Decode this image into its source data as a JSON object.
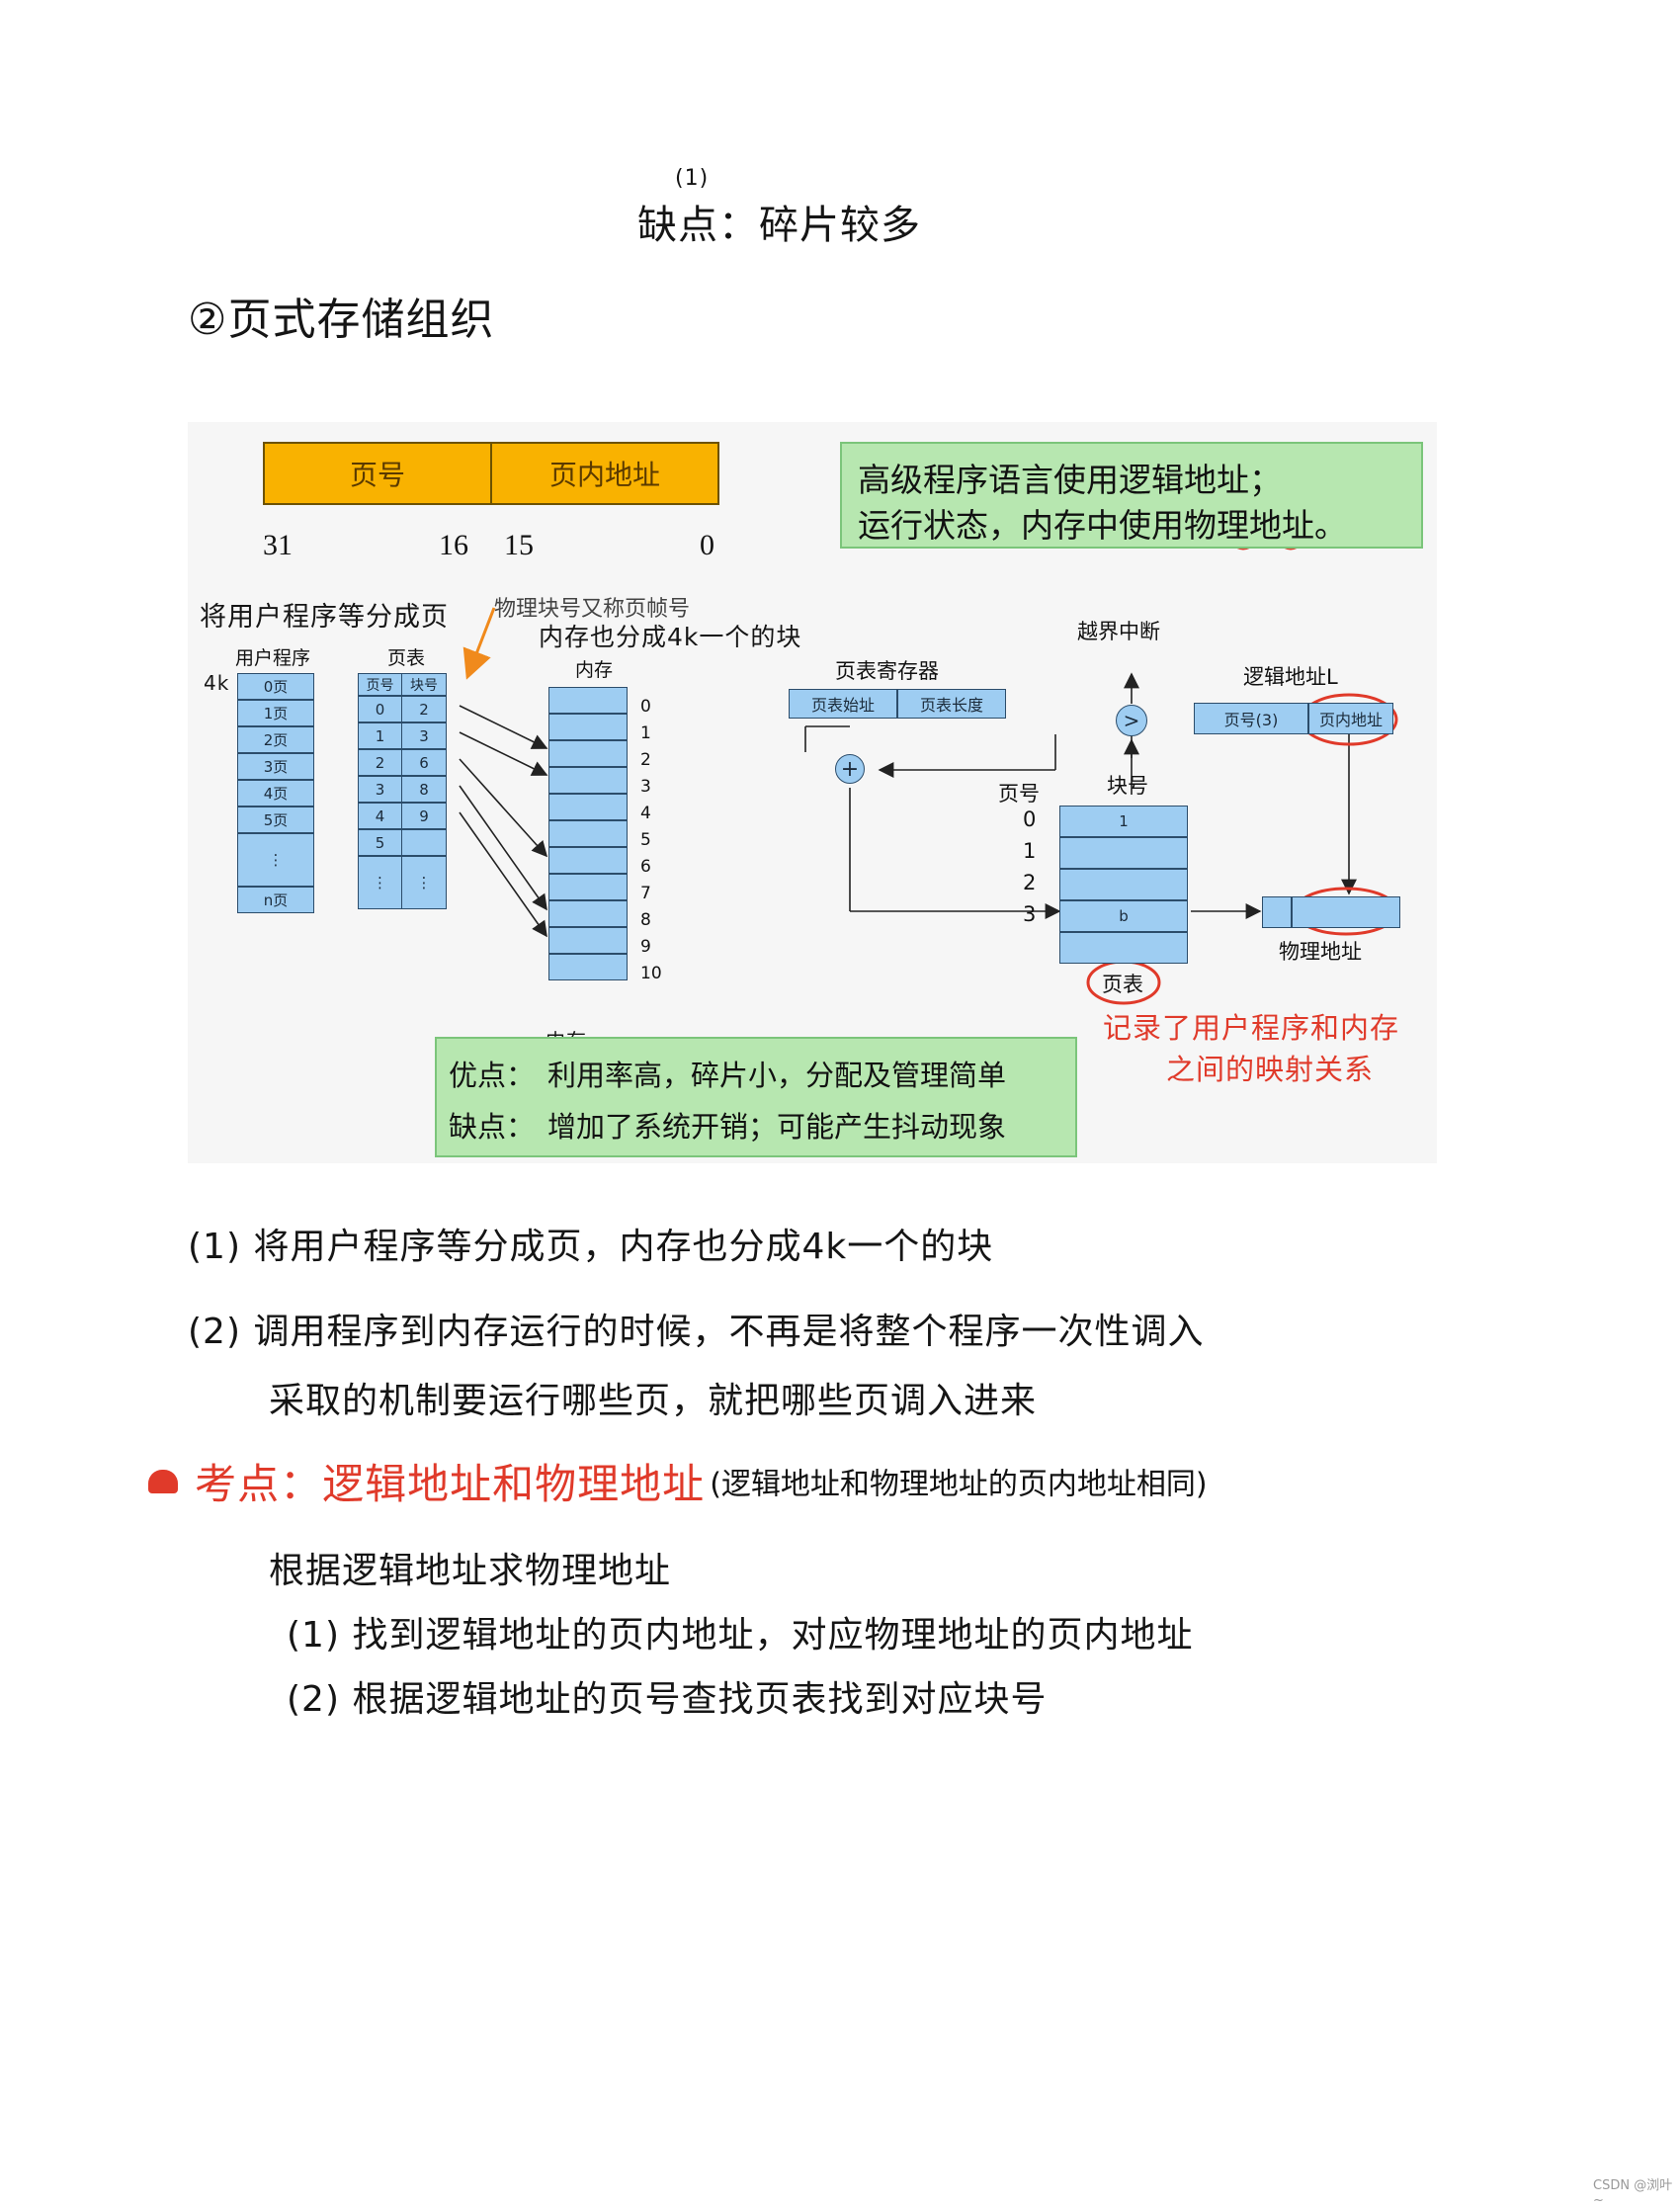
{
  "notes": {
    "top_marker": "(1)",
    "top_line": "缺点：碎片较多",
    "section_title": "②页式存储组织",
    "line1": "(1) 将用户程序等分成页，内存也分成4k一个的块",
    "line2a": "(2) 调用程序到内存运行的时候，不再是将整个程序一次性调入",
    "line2b": "采取的机制要运行哪些页，就把哪些页调入进来",
    "kaodian_prefix": "考点：逻辑地址和物理地址",
    "kaodian_suffix": "(逻辑地址和物理地址的页内地址相同)",
    "line4": "根据逻辑地址求物理地址",
    "line5": "(1) 找到逻辑地址的页内地址，对应物理地址的页内地址",
    "line6": "(2) 根据逻辑地址的页号查找页表找到对应块号"
  },
  "figure": {
    "addr_box": {
      "page_no": "页号",
      "offset": "页内地址",
      "b31": "31",
      "b16": "16",
      "b15": "15",
      "b0": "0"
    },
    "callout": {
      "line1": "高级程序语言使用逻辑地址；",
      "line2": "运行状态，内存中使用物理地址。"
    },
    "annot_split_pages": "将用户程序等分成页",
    "annot_4k_label": "4k",
    "annot_block": "物理块号又称页帧号",
    "annot_mem_split": "内存也分成4k一个的块",
    "user_program": {
      "title": "用户程序",
      "pages": [
        "0页",
        "1页",
        "2页",
        "3页",
        "4页",
        "5页",
        "⋮",
        "n页"
      ]
    },
    "page_table": {
      "title": "页表",
      "col_page": "页号",
      "col_block": "块号",
      "rows": [
        [
          "0",
          "2"
        ],
        [
          "1",
          "3"
        ],
        [
          "2",
          "6"
        ],
        [
          "3",
          "8"
        ],
        [
          "4",
          "9"
        ],
        [
          "5",
          ""
        ],
        [
          "⋮",
          "⋮"
        ]
      ]
    },
    "memory": {
      "title": "内存",
      "indices": [
        "0",
        "1",
        "2",
        "3",
        "4",
        "5",
        "6",
        "7",
        "8",
        "9",
        "10"
      ]
    },
    "page_table_register": {
      "title": "页表寄存器",
      "start": "页表始址",
      "length": "页表长度"
    },
    "overflow_interrupt": "越界中断",
    "compare_symbol": ">",
    "adder_symbol": "+",
    "logical_address": {
      "title": "逻辑地址L",
      "page_no": "页号(3)",
      "offset": "页内地址"
    },
    "right_table": {
      "col_page": "页号",
      "col_block": "块号",
      "pages": [
        "0",
        "1",
        "2",
        "3"
      ],
      "blocks": [
        "1",
        "",
        "",
        "b"
      ],
      "title": "页表"
    },
    "physical_address": "物理地址",
    "annot_record": {
      "line1": "记录了用户程序和内存",
      "line2": "之间的映射关系"
    },
    "pros_cons": {
      "annot_mem": "内存",
      "pros_label": "优点：",
      "pros_text": "利用率高，碎片小，分配及管理简单",
      "cons_label": "缺点：",
      "cons_text": "增加了系统开销；可能产生抖动现象"
    }
  },
  "footer": "CSDN @浏叶~"
}
